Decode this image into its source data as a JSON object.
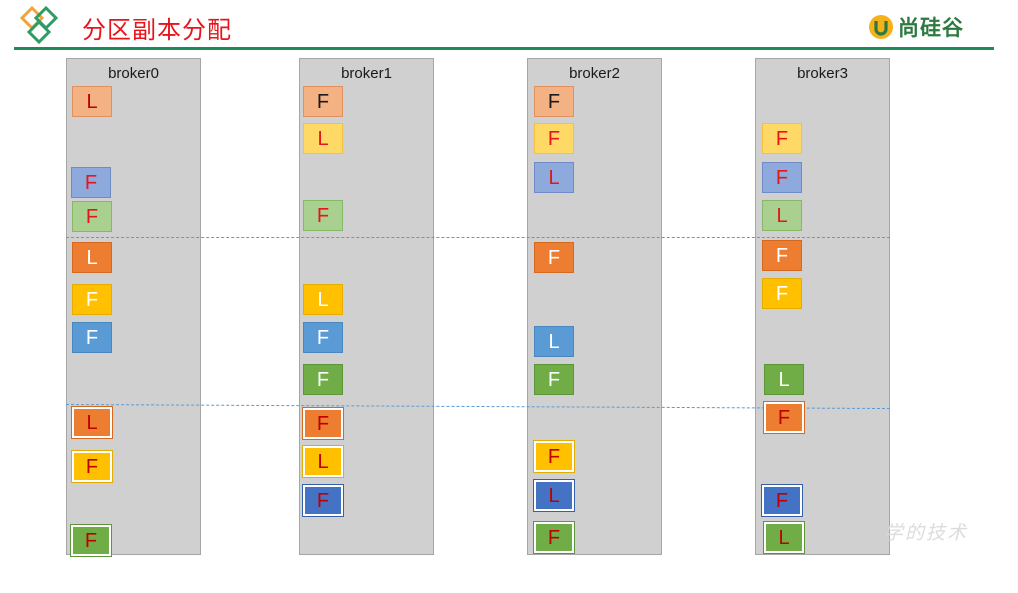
{
  "title": "分区副本分配",
  "brand": {
    "text": "尚硅谷",
    "accent": "#2c7a3f"
  },
  "title_color": "#e8141b",
  "watermark": "学的技术",
  "brokers": [
    {
      "label": "broker0"
    },
    {
      "label": "broker1"
    },
    {
      "label": "broker2"
    },
    {
      "label": "broker3"
    }
  ],
  "replicas": {
    "broker0": [
      "L",
      "F",
      "F",
      "L",
      "F",
      "F",
      "L",
      "F",
      "F"
    ],
    "broker1": [
      "F",
      "L",
      "F",
      "L",
      "F",
      "F",
      "F",
      "L",
      "F"
    ],
    "broker2": [
      "F",
      "F",
      "L",
      "F",
      "L",
      "F",
      "F",
      "L",
      "F"
    ],
    "broker3": [
      "F",
      "F",
      "L",
      "F",
      "F",
      "L",
      "F",
      "F",
      "L"
    ]
  },
  "colors": {
    "salmon": "#f4b183",
    "light_yellow": "#ffd966",
    "periwinkle": "#8ea9db",
    "light_green": "#a9d08e",
    "orange": "#ed7d31",
    "yellow": "#ffc000",
    "blue": "#5b9bd5",
    "green": "#70ad47",
    "navy": "#4472c4",
    "column_bg": "#d0d0d0",
    "divider": "#5b9bd5"
  }
}
